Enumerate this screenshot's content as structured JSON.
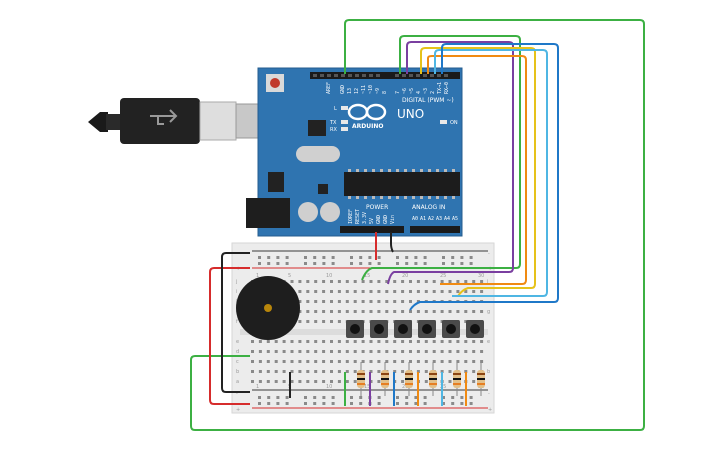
{
  "board": {
    "brand": "ARDUINO",
    "model": "UNO",
    "digital_header": "DIGITAL (PWM ~)",
    "power_header": "POWER",
    "analog_header": "ANALOG IN",
    "on_label": "ON",
    "led_labels": [
      "L",
      "TX",
      "RX"
    ],
    "top_pins": [
      "AREF",
      "GND",
      "13",
      "12",
      "~11",
      "~10",
      "~9",
      "8",
      "7",
      "~6",
      "~5",
      "4",
      "~3",
      "2",
      "TX→1",
      "RX←0"
    ],
    "power_pins": [
      "IOREF",
      "RESET",
      "3.3V",
      "5V",
      "GND",
      "GND",
      "Vin"
    ],
    "analog_pins": [
      "A0",
      "A1",
      "A2",
      "A3",
      "A4",
      "A5"
    ]
  },
  "breadboard": {
    "row_letters_top": [
      "j",
      "i",
      "h",
      "g",
      "f"
    ],
    "row_letters_bottom": [
      "e",
      "d",
      "c",
      "b",
      "a"
    ],
    "rail_plus": "+",
    "rail_minus": "-",
    "column_numbers": [
      "1",
      "5",
      "10",
      "15",
      "20",
      "25",
      "30"
    ]
  },
  "colors": {
    "board": "#2b6ea8",
    "wire_red": "#d62c2c",
    "wire_black": "#222222",
    "wire_green": "#3cb043",
    "wire_purple": "#7a3fa0",
    "wire_yellow": "#e6c21a",
    "wire_orange": "#f08a12",
    "wire_lightblue": "#4fb6e3",
    "wire_blue": "#1f78c8"
  }
}
